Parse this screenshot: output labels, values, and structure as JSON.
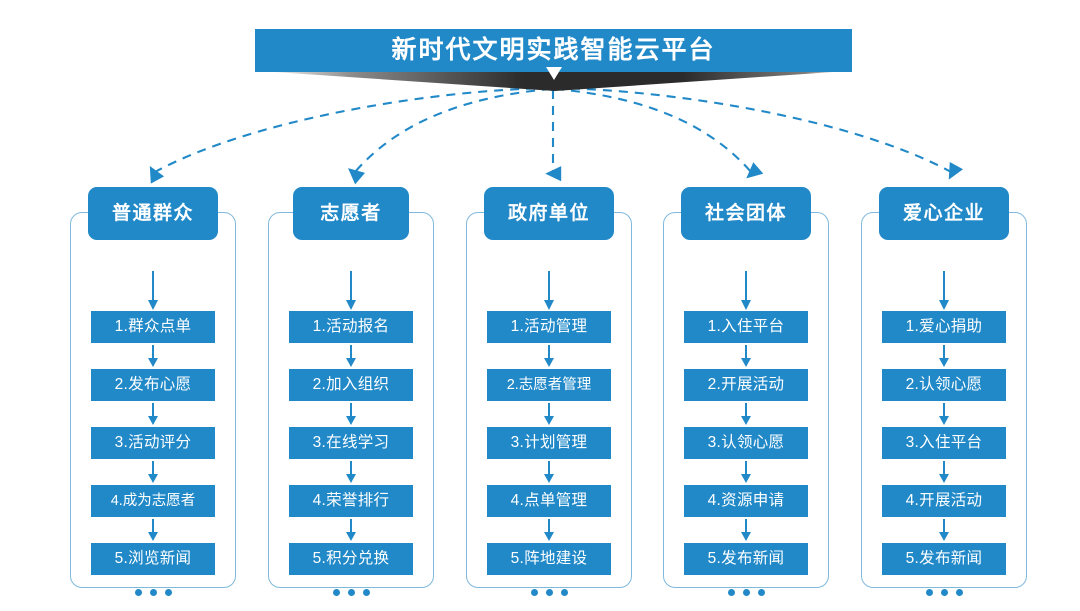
{
  "title": {
    "text": "新时代文明实践智能云平台",
    "bar_color": "#2189c8",
    "text_color": "#ffffff"
  },
  "theme": {
    "accent": "#2189c8",
    "border": "#7fb9dd",
    "background": "#ffffff",
    "shadow": "#2b2b2b"
  },
  "ellipsis_label": "...",
  "columns": [
    {
      "id": "general-public",
      "header": "普通群众",
      "steps": [
        "1.群众点单",
        "2.发布心愿",
        "3.活动评分",
        "4.成为志愿者",
        "5.浏览新闻"
      ]
    },
    {
      "id": "volunteer",
      "header": "志愿者",
      "steps": [
        "1.活动报名",
        "2.加入组织",
        "3.在线学习",
        "4.荣誉排行",
        "5.积分兑换"
      ]
    },
    {
      "id": "government-unit",
      "header": "政府单位",
      "steps": [
        "1.活动管理",
        "2.志愿者管理",
        "3.计划管理",
        "4.点单管理",
        "5.阵地建设"
      ]
    },
    {
      "id": "social-group",
      "header": "社会团体",
      "steps": [
        "1.入住平台",
        "2.开展活动",
        "3.认领心愿",
        "4.资源申请",
        "5.发布新闻"
      ]
    },
    {
      "id": "caring-enterprise",
      "header": "爱心企业",
      "steps": [
        "1.爱心捐助",
        "2.认领心愿",
        "3.入住平台",
        "4.开展活动",
        "5.发布新闻"
      ]
    }
  ]
}
